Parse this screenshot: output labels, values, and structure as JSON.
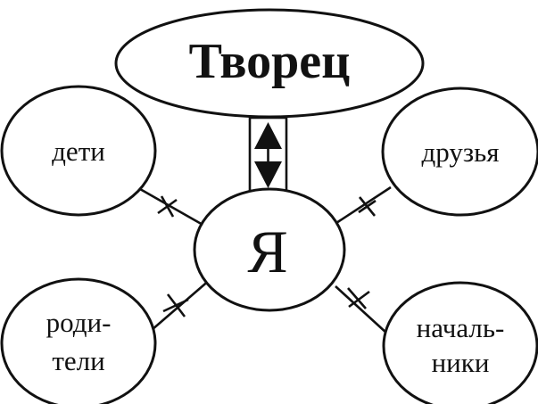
{
  "diagram": {
    "top_node": {
      "label": "Творец"
    },
    "center_node": {
      "label": "Я"
    },
    "left_top_node": {
      "label": "дети"
    },
    "right_top_node": {
      "label": "друзья"
    },
    "left_bottom_node": {
      "lines": [
        "роди-",
        "тели"
      ]
    },
    "right_bottom_node": {
      "lines": [
        "началь-",
        "ники"
      ]
    }
  },
  "colors": {
    "stroke": "#111111",
    "background": "#ffffff"
  }
}
